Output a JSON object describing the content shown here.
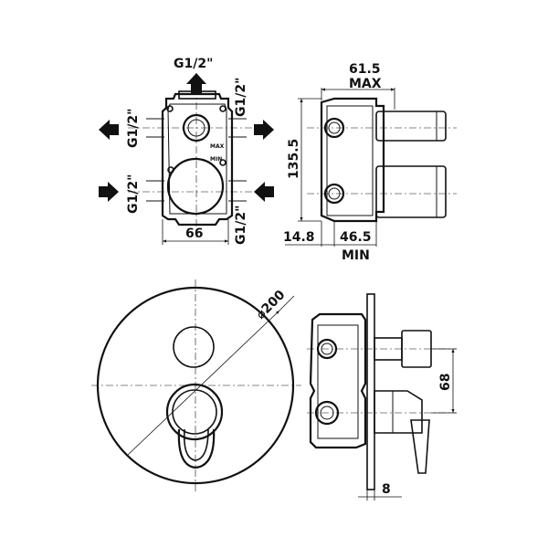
{
  "front_view": {
    "top_port": "G1/2\"",
    "left_top_port": "G1/2\"",
    "left_bottom_port": "G1/2\"",
    "right_top_port": "G1/2\"",
    "right_bottom_port": "G1/2\"",
    "max_mark": "MAX",
    "min_mark": "MIN",
    "width_dim": "66"
  },
  "side_view": {
    "depth_max_dim": "61.5",
    "depth_max_label": "MAX",
    "height_dim": "135.5",
    "depth_back_dim": "14.8",
    "depth_min_dim": "46.5",
    "depth_min_label": "MIN"
  },
  "plate_view": {
    "diameter_dim": "⌀200"
  },
  "assembly_side": {
    "spacing_dim": "68",
    "plate_dim": "8"
  },
  "arrow_icon": "arrow-icon"
}
